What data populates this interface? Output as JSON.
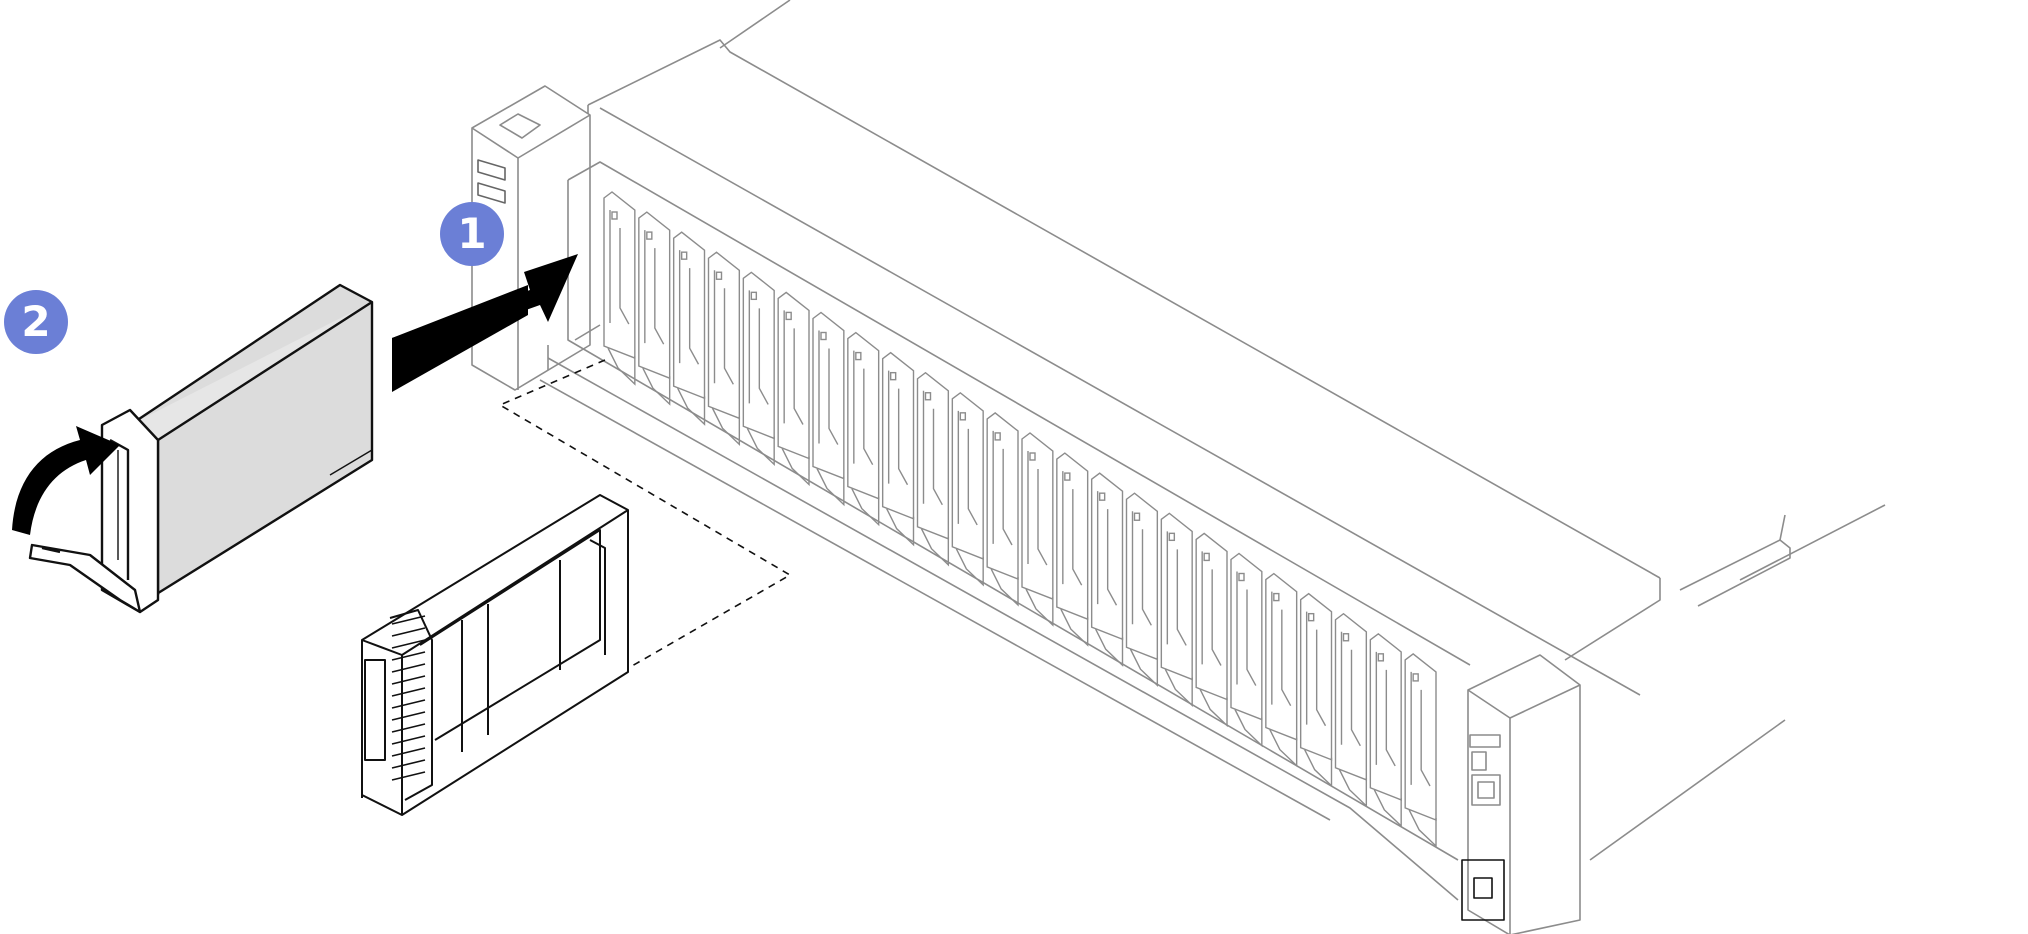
{
  "colors": {
    "callout": "#6b7fd6",
    "server_line": "#8c8c8c",
    "drive_fill": "#dcdcdc",
    "line": "#111111"
  },
  "callouts": [
    {
      "label": "1",
      "meaning": "insert-drive-step"
    },
    {
      "label": "2",
      "meaning": "close-handle-step"
    }
  ],
  "server": {
    "drive_bays": 24
  },
  "icons": [
    "callout-1-icon",
    "callout-2-icon",
    "arrow-right-icon",
    "arrow-curved-icon",
    "drive-icon",
    "filler-icon",
    "server-chassis-icon"
  ]
}
